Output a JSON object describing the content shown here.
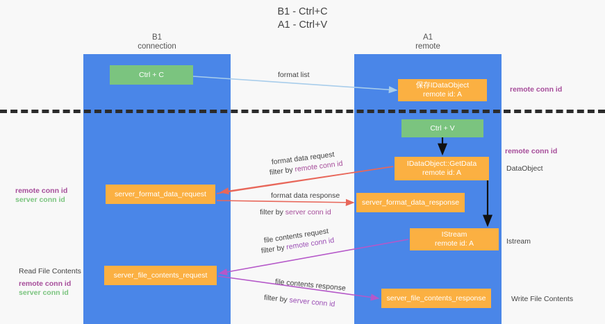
{
  "title": {
    "line1": "B1 - Ctrl+C",
    "line2": "A1 - Ctrl+V"
  },
  "columns": [
    {
      "name": "B1",
      "role": "connection"
    },
    {
      "name": "A1",
      "role": "remote"
    }
  ],
  "nodes": {
    "ctrl_c": {
      "line1": "Ctrl + C",
      "line2": ""
    },
    "save_dataobj": {
      "line1": "保存IDataObject",
      "line2": "remote id: A"
    },
    "ctrl_v": {
      "line1": "Ctrl + V",
      "line2": ""
    },
    "getdata": {
      "line1": "IDataObject::GetData",
      "line2": "remote id: A"
    },
    "sfd_request": {
      "line1": "server_format_data_request",
      "line2": ""
    },
    "sfd_response": {
      "line1": "server_format_data_response",
      "line2": ""
    },
    "istream": {
      "line1": "IStream",
      "line2": "remote id: A"
    },
    "sfc_request": {
      "line1": "server_file_contents_request",
      "line2": ""
    },
    "sfc_response": {
      "line1": "server_file_contents_response",
      "line2": ""
    }
  },
  "edge_labels": {
    "format_list": "format list",
    "fd_request": "format data request",
    "fd_request_filter_prefix": "filter by ",
    "fd_request_filter_key": "remote conn id",
    "fd_response": "format data response",
    "fd_response_filter_prefix": "filter by ",
    "fd_response_filter_key": "server conn id",
    "fc_request": "file contents request",
    "fc_request_filter_prefix": "filter by ",
    "fc_request_filter_key": "remote conn id",
    "fc_response": "file contents response",
    "fc_response_filter_prefix": "filter by ",
    "fc_response_filter_key": "server conn id"
  },
  "annotations": {
    "right_remote_conn_id_top": "remote conn id",
    "right_remote_conn_id_mid": "remote conn id",
    "right_dataobject": "DataObject",
    "right_istream": "Istream",
    "right_write_file_contents": "Write File Contents",
    "left_remote_conn_id_mid": "remote conn id",
    "left_server_conn_id_mid": "server conn id",
    "left_read_file_contents": "Read File Contents",
    "left_remote_conn_id_bottom": "remote conn id",
    "left_server_conn_id_bottom": "server conn id"
  },
  "colors": {
    "lane": "#4a86e8",
    "node_green": "#7bc47f",
    "node_orange": "#fbb042",
    "accent_purple": "#a64d9a",
    "accent_violet": "#9b4fb5",
    "accent_green": "#7bc47f",
    "arrow_red": "#e8675a",
    "arrow_blue": "#a8cdeb",
    "separator": "#2b2b2b",
    "background": "#f8f8f8"
  }
}
